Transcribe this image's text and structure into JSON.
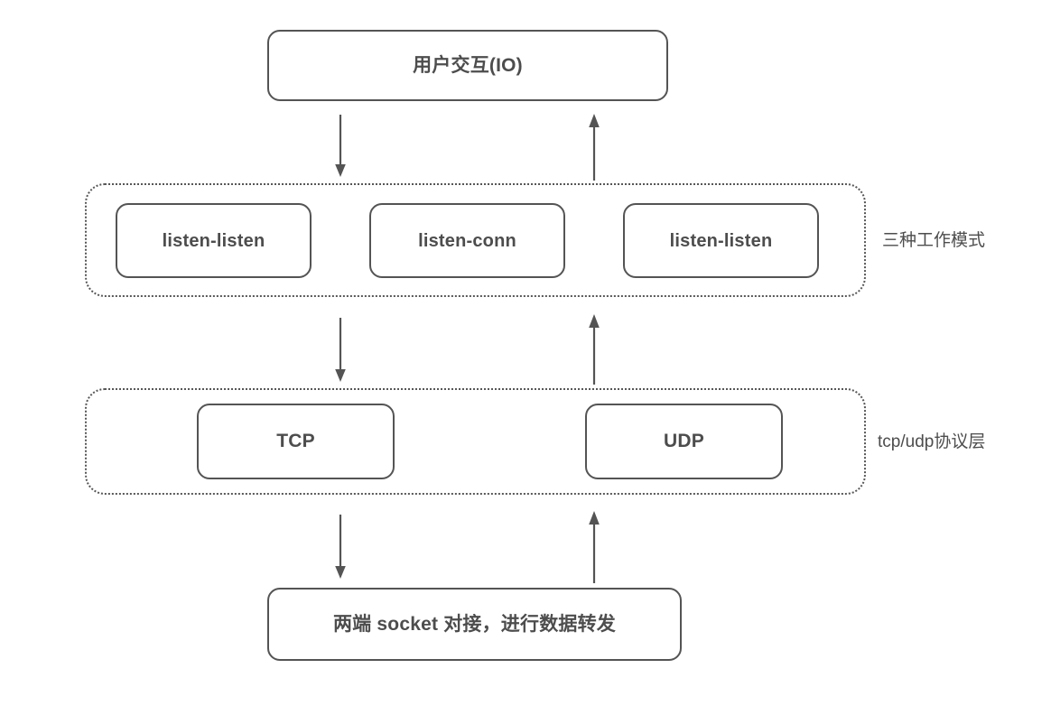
{
  "diagram": {
    "title_box": {
      "label": "用户交互(IO)"
    },
    "modes_group": {
      "caption": "三种工作模式",
      "nodes": [
        {
          "label": "listen-listen"
        },
        {
          "label": "listen-conn"
        },
        {
          "label": "listen-listen"
        }
      ]
    },
    "protocol_group": {
      "caption": "tcp/udp协议层",
      "nodes": [
        {
          "label": "TCP"
        },
        {
          "label": "UDP"
        }
      ]
    },
    "bottom_box": {
      "label": "两端 socket 对接，进行数据转发"
    },
    "arrows": [
      {
        "name": "arrow-io-to-modes",
        "direction": "down"
      },
      {
        "name": "arrow-modes-to-io",
        "direction": "up"
      },
      {
        "name": "arrow-modes-to-protocol",
        "direction": "down"
      },
      {
        "name": "arrow-protocol-to-modes",
        "direction": "up"
      },
      {
        "name": "arrow-protocol-to-socket",
        "direction": "down"
      },
      {
        "name": "arrow-socket-to-protocol",
        "direction": "up"
      }
    ],
    "colors": {
      "stroke": "#545454",
      "text": "#4d4d4d",
      "background": "#ffffff"
    }
  }
}
